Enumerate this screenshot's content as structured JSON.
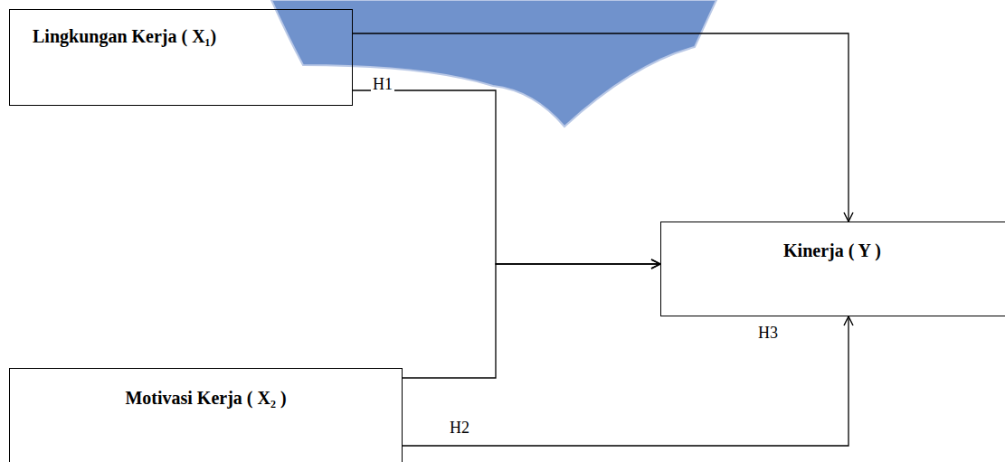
{
  "diagram": {
    "nodes": [
      {
        "text": [
          "Lingkungan Kerja ( X₁)"
        ]
      },
      {
        "text": [
          "Kinerja ( Y )"
        ]
      },
      {
        "text": [
          "Motivasi Kerja ( X₂ )"
        ]
      }
    ],
    "edges": [
      {
        "from": 0,
        "to": 1,
        "arrow": "to"
      },
      {
        "from": 0,
        "to": 1,
        "arrow": "to"
      },
      {
        "from": 2,
        "to": 1,
        "arrow": "to"
      },
      {
        "from": 2,
        "to": 1,
        "arrow": "to"
      }
    ],
    "labels": [
      "H1",
      "H2",
      "H3"
    ]
  }
}
